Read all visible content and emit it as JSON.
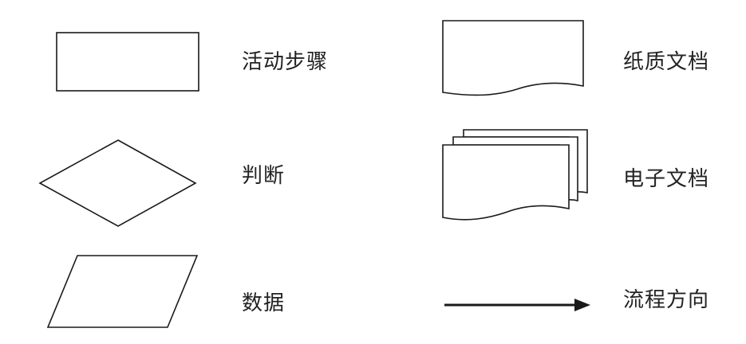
{
  "legend": {
    "items": [
      {
        "symbol": "rectangle",
        "label": "活动步骤"
      },
      {
        "symbol": "diamond",
        "label": "判断"
      },
      {
        "symbol": "parallelogram",
        "label": "数据"
      },
      {
        "symbol": "document",
        "label": "纸质文档"
      },
      {
        "symbol": "multi-document",
        "label": "电子文档"
      },
      {
        "symbol": "arrow",
        "label": "流程方向"
      }
    ],
    "stroke_color": "#1a1a1a"
  }
}
